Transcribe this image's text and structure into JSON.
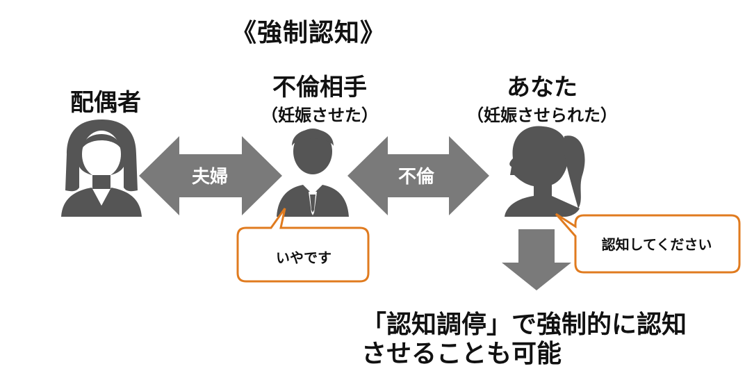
{
  "title": "《強制認知》",
  "people": {
    "spouse": {
      "label": "配偶者"
    },
    "partner": {
      "label": "不倫相手",
      "sub": "（妊娠させた）"
    },
    "you": {
      "label": "あなた",
      "sub": "（妊娠させられた）"
    }
  },
  "arrows": {
    "marriage": "夫婦",
    "affair": "不倫"
  },
  "bubbles": {
    "partner": "いやです",
    "you": "認知してください"
  },
  "conclusion": {
    "line1": "「認知調停」で強制的に認知",
    "line2": "させることも可能"
  },
  "colors": {
    "icon": "#555555",
    "arrow": "#7a7a7a",
    "bubble_border": "#e07b1f"
  }
}
